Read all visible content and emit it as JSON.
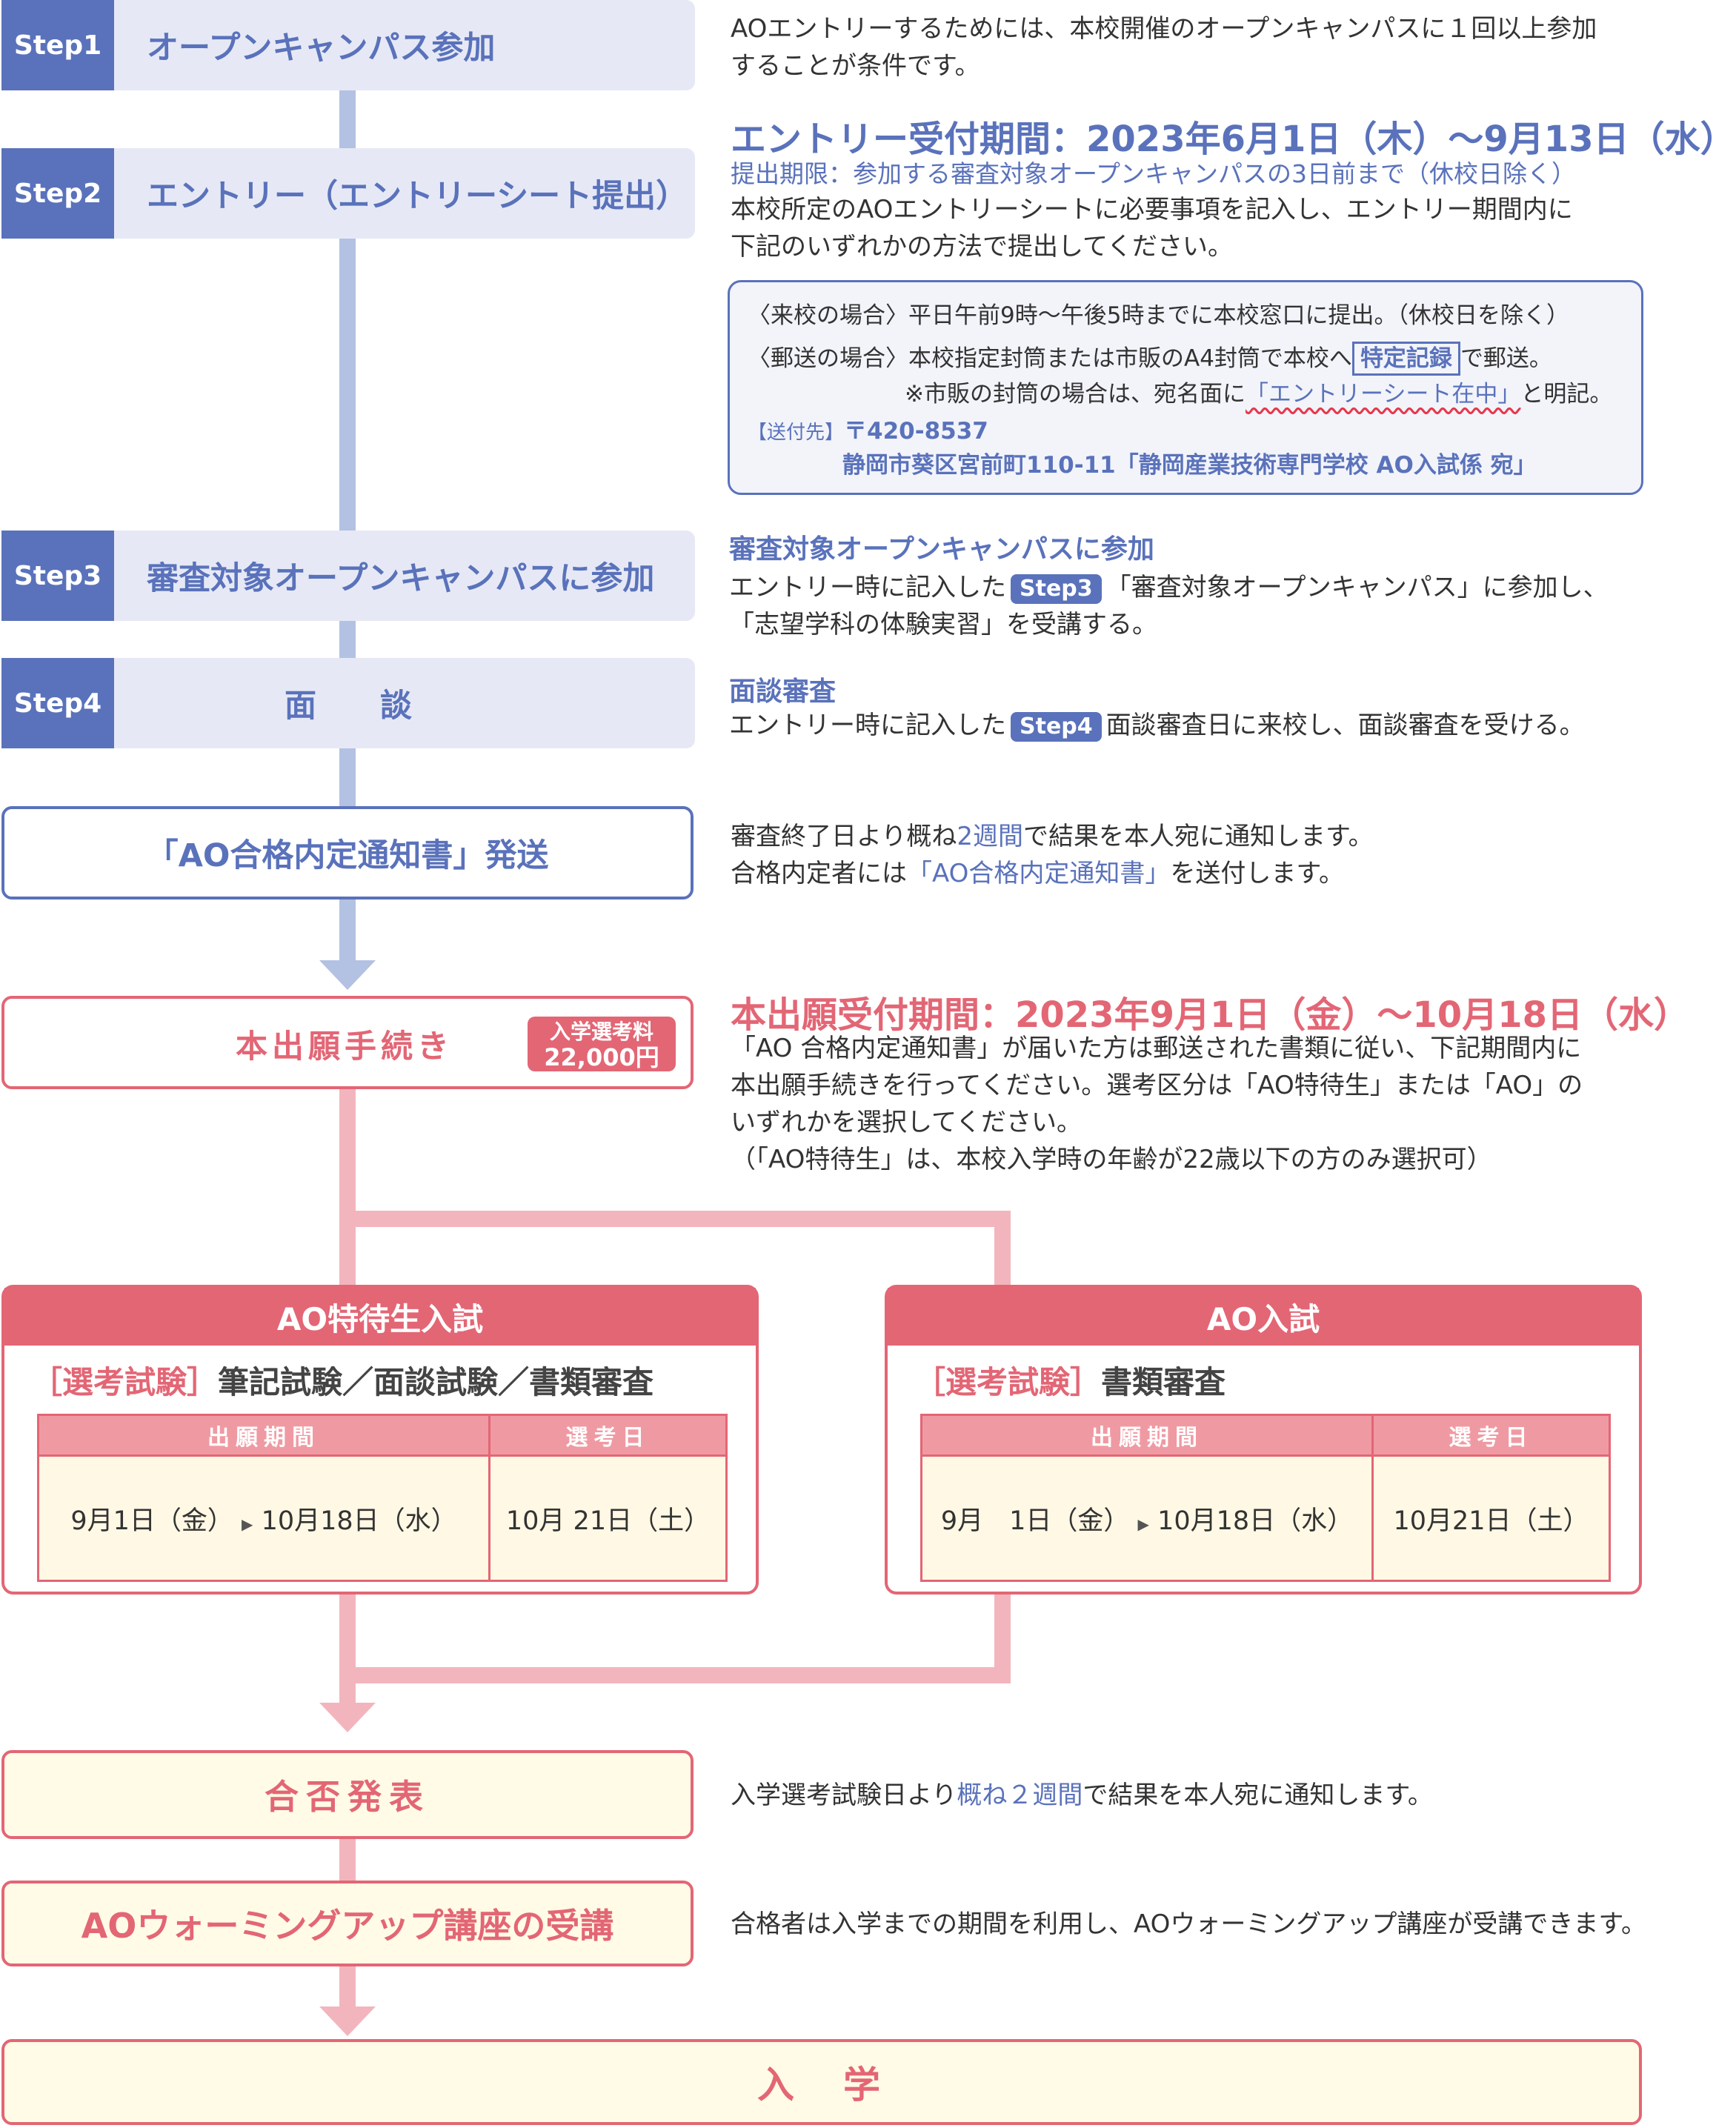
{
  "step1": {
    "tag": "Step1",
    "label": "オープンキャンパス参加",
    "desc": [
      "AOエントリーするためには、本校開催のオープンキャンパスに１回以上参加",
      "することが条件です。"
    ]
  },
  "step2": {
    "tag": "Step2",
    "label": "エントリー（エントリーシート提出）",
    "period": "エントリー受付期間：2023年6月1日（木）～9月13日（水）",
    "deadline": "提出期限：参加する審査対象オープンキャンパスの3日前まで（休校日除く）",
    "desc": [
      "本校所定のAOエントリーシートに必要事項を記入し、エントリー期間内に",
      "下記のいずれかの方法で提出してください。"
    ],
    "box": {
      "visit": "〈来校の場合〉平日午前9時～午後5時までに本校窓口に提出。（休校日を除く）",
      "mail_pre": "〈郵送の場合〉本校指定封筒または市販のA4封筒で本校へ",
      "mail_boxed": "特定記録",
      "mail_post": "で郵送。",
      "note_pre": "※市販の封筒の場合は、宛名面に",
      "note_wavy": "「エントリーシート在中」",
      "note_post": "と明記。",
      "addr_label": "【送付先】",
      "zip": "〒420-8537",
      "address": "静岡市葵区宮前町110-11「静岡産業技術専門学校 AO入試係 宛」"
    }
  },
  "step3": {
    "tag": "Step3",
    "label": "審査対象オープンキャンパスに参加",
    "title": "審査対象オープンキャンパスに参加",
    "l1_pre": "エントリー時に記入した",
    "l1_chip": "Step3",
    "l1_post": "「審査対象オープンキャンパス」に参加し、",
    "l2": "「志望学科の体験実習」を受講する。"
  },
  "step4": {
    "tag": "Step4",
    "label": "面　　談",
    "title": "面談審査",
    "l1_pre": "エントリー時に記入した",
    "l1_chip": "Step4",
    "l1_post": "面談審査日に来校し、面談審査を受ける。"
  },
  "notice": {
    "label": "「AO合格内定通知書」発送",
    "l1_pre": "審査終了日より概ね",
    "l1_hl": "2週間",
    "l1_post": "で結果を本人宛に通知します。",
    "l2_pre": "合格内定者には",
    "l2_hl": "「AO合格内定通知書」",
    "l2_post": "を送付します。"
  },
  "apply": {
    "label": "本出願手続き",
    "fee_label": "入学選考料",
    "fee": "22,000円",
    "period": "本出願受付期間：2023年9月1日（金）～10月18日（水）",
    "desc": [
      "「AO 合格内定通知書」が届いた方は郵送された書類に従い、下記期間内に",
      "本出願手続きを行ってください。選考区分は「AO特待生」または「AO」の",
      "いずれかを選択してください。",
      "（「AO特待生」は、本校入学時の年齢が22歳以下の方のみ選択可）"
    ]
  },
  "exam_special": {
    "title": "AO特待生入試",
    "sel_bracket": "［選考試験］",
    "sel_text": "筆記試験／面談試験／書類審査",
    "col1": "出願期間",
    "col2": "選考日",
    "period_from": "9月1日（金）",
    "arrow": "▶",
    "period_to": "10月18日（水）",
    "date": "10月 21日（土）"
  },
  "exam_ao": {
    "title": "AO入試",
    "sel_bracket": "［選考試験］",
    "sel_text": "書類審査",
    "col1": "出願期間",
    "col2": "選考日",
    "period_from": "9月　1日（金）",
    "arrow": "▶",
    "period_to": "10月18日（水）",
    "date": "10月21日（土）"
  },
  "result": {
    "label": "合否発表",
    "l_pre": "入学選考試験日より",
    "l_hl": "概ね２週間",
    "l_post": "で結果を本人宛に通知します。"
  },
  "warmup": {
    "label": "AOウォーミングアップ講座の受講",
    "desc": "合格者は入学までの期間を利用し、AOウォーミングアップ講座が受講できます。"
  },
  "enroll": {
    "label": "入　学"
  },
  "colors": {
    "blue": "#5a72bb",
    "pink": "#e36675",
    "light_blue": "#b3c1e2",
    "light_pink": "#f3b5bd",
    "cream": "#fffbe6"
  }
}
